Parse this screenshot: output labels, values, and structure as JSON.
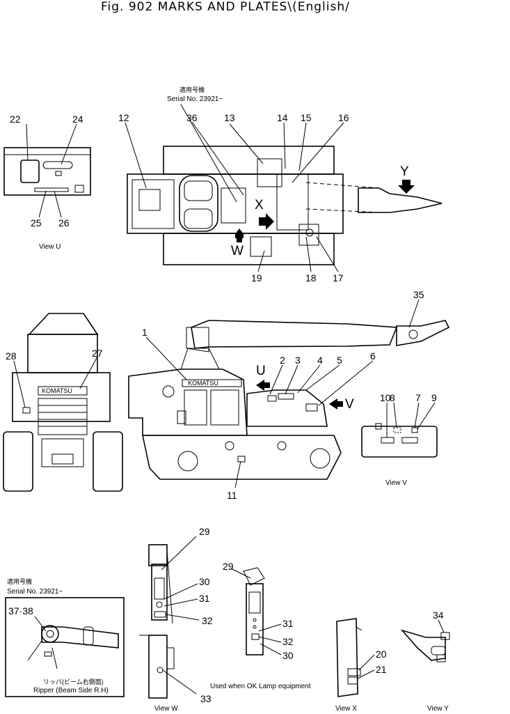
{
  "title": "Fig. 902 MARKS AND PLATES\\(English/",
  "serial_top": {
    "jp": "適用号機",
    "text": "Serial No. 23921~"
  },
  "serial_box": {
    "jp": "適用号機",
    "text": "Serial No. 23921~"
  },
  "ripper_jp": "リッパ(ビーム右側面)",
  "ripper_en": "Ripper (Beam Side R.H)",
  "used_when": "Used when OK Lamp equipment",
  "view_captions": {
    "u": "View U",
    "v": "View V",
    "w": "View W",
    "x": "View X",
    "y": "View Y"
  },
  "view_arrows": {
    "u": "U",
    "v": "V",
    "w": "W",
    "x": "X",
    "y": "Y"
  },
  "callouts": {
    "n1": "1",
    "n2": "2",
    "n3": "3",
    "n4": "4",
    "n5": "5",
    "n6": "6",
    "n7": "7",
    "n8": "8",
    "n9": "9",
    "n10": "10",
    "n11": "11",
    "n12": "12",
    "n13": "13",
    "n14": "14",
    "n15": "15",
    "n16": "16",
    "n17": "17",
    "n18": "18",
    "n19": "19",
    "n20": "20",
    "n21": "21",
    "n22": "22",
    "n24": "24",
    "n25": "25",
    "n26": "26",
    "n27": "27",
    "n28": "28",
    "n29a": "29",
    "n29b": "29",
    "n30a": "30",
    "n30b": "30",
    "n31a": "31",
    "n31b": "31",
    "n32a": "32",
    "n32b": "32",
    "n33": "33",
    "n34": "34",
    "n35": "35",
    "n36": "36",
    "n3738": "37·38"
  },
  "plate_text": {
    "komatsu": "KOMATSU"
  }
}
